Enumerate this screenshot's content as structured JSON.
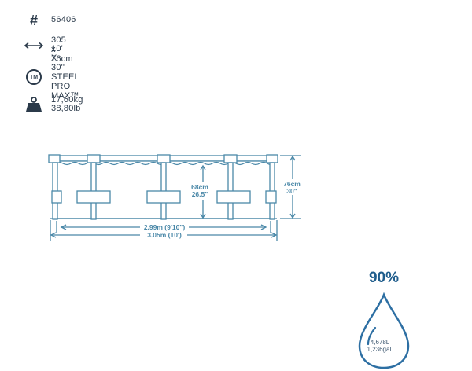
{
  "specs": {
    "model_number": "56406",
    "dimensions_metric": "305 x 76cm",
    "dimensions_imperial": "10' X 30''",
    "brand": "STEEL PRO MAX™",
    "weight_kg": "17,60kg",
    "weight_lb": "38,80lb",
    "icons": [
      "hash-icon",
      "width-arrow-icon",
      "trademark-icon",
      "weight-icon"
    ]
  },
  "diagram": {
    "inner_width_label": "2.99m (9'10\")",
    "outer_width_label": "3.05m (10')",
    "water_height_cm": "68cm",
    "water_height_in": "26.5\"",
    "total_height_cm": "76cm",
    "total_height_in": "30\""
  },
  "capacity": {
    "fill_percent": "90%",
    "liters": "4,678L",
    "gallons": "1,236gal."
  },
  "colors": {
    "text": "#2b3a4a",
    "diagram_line": "#4a88a8",
    "drop": "#2d6fa3"
  }
}
